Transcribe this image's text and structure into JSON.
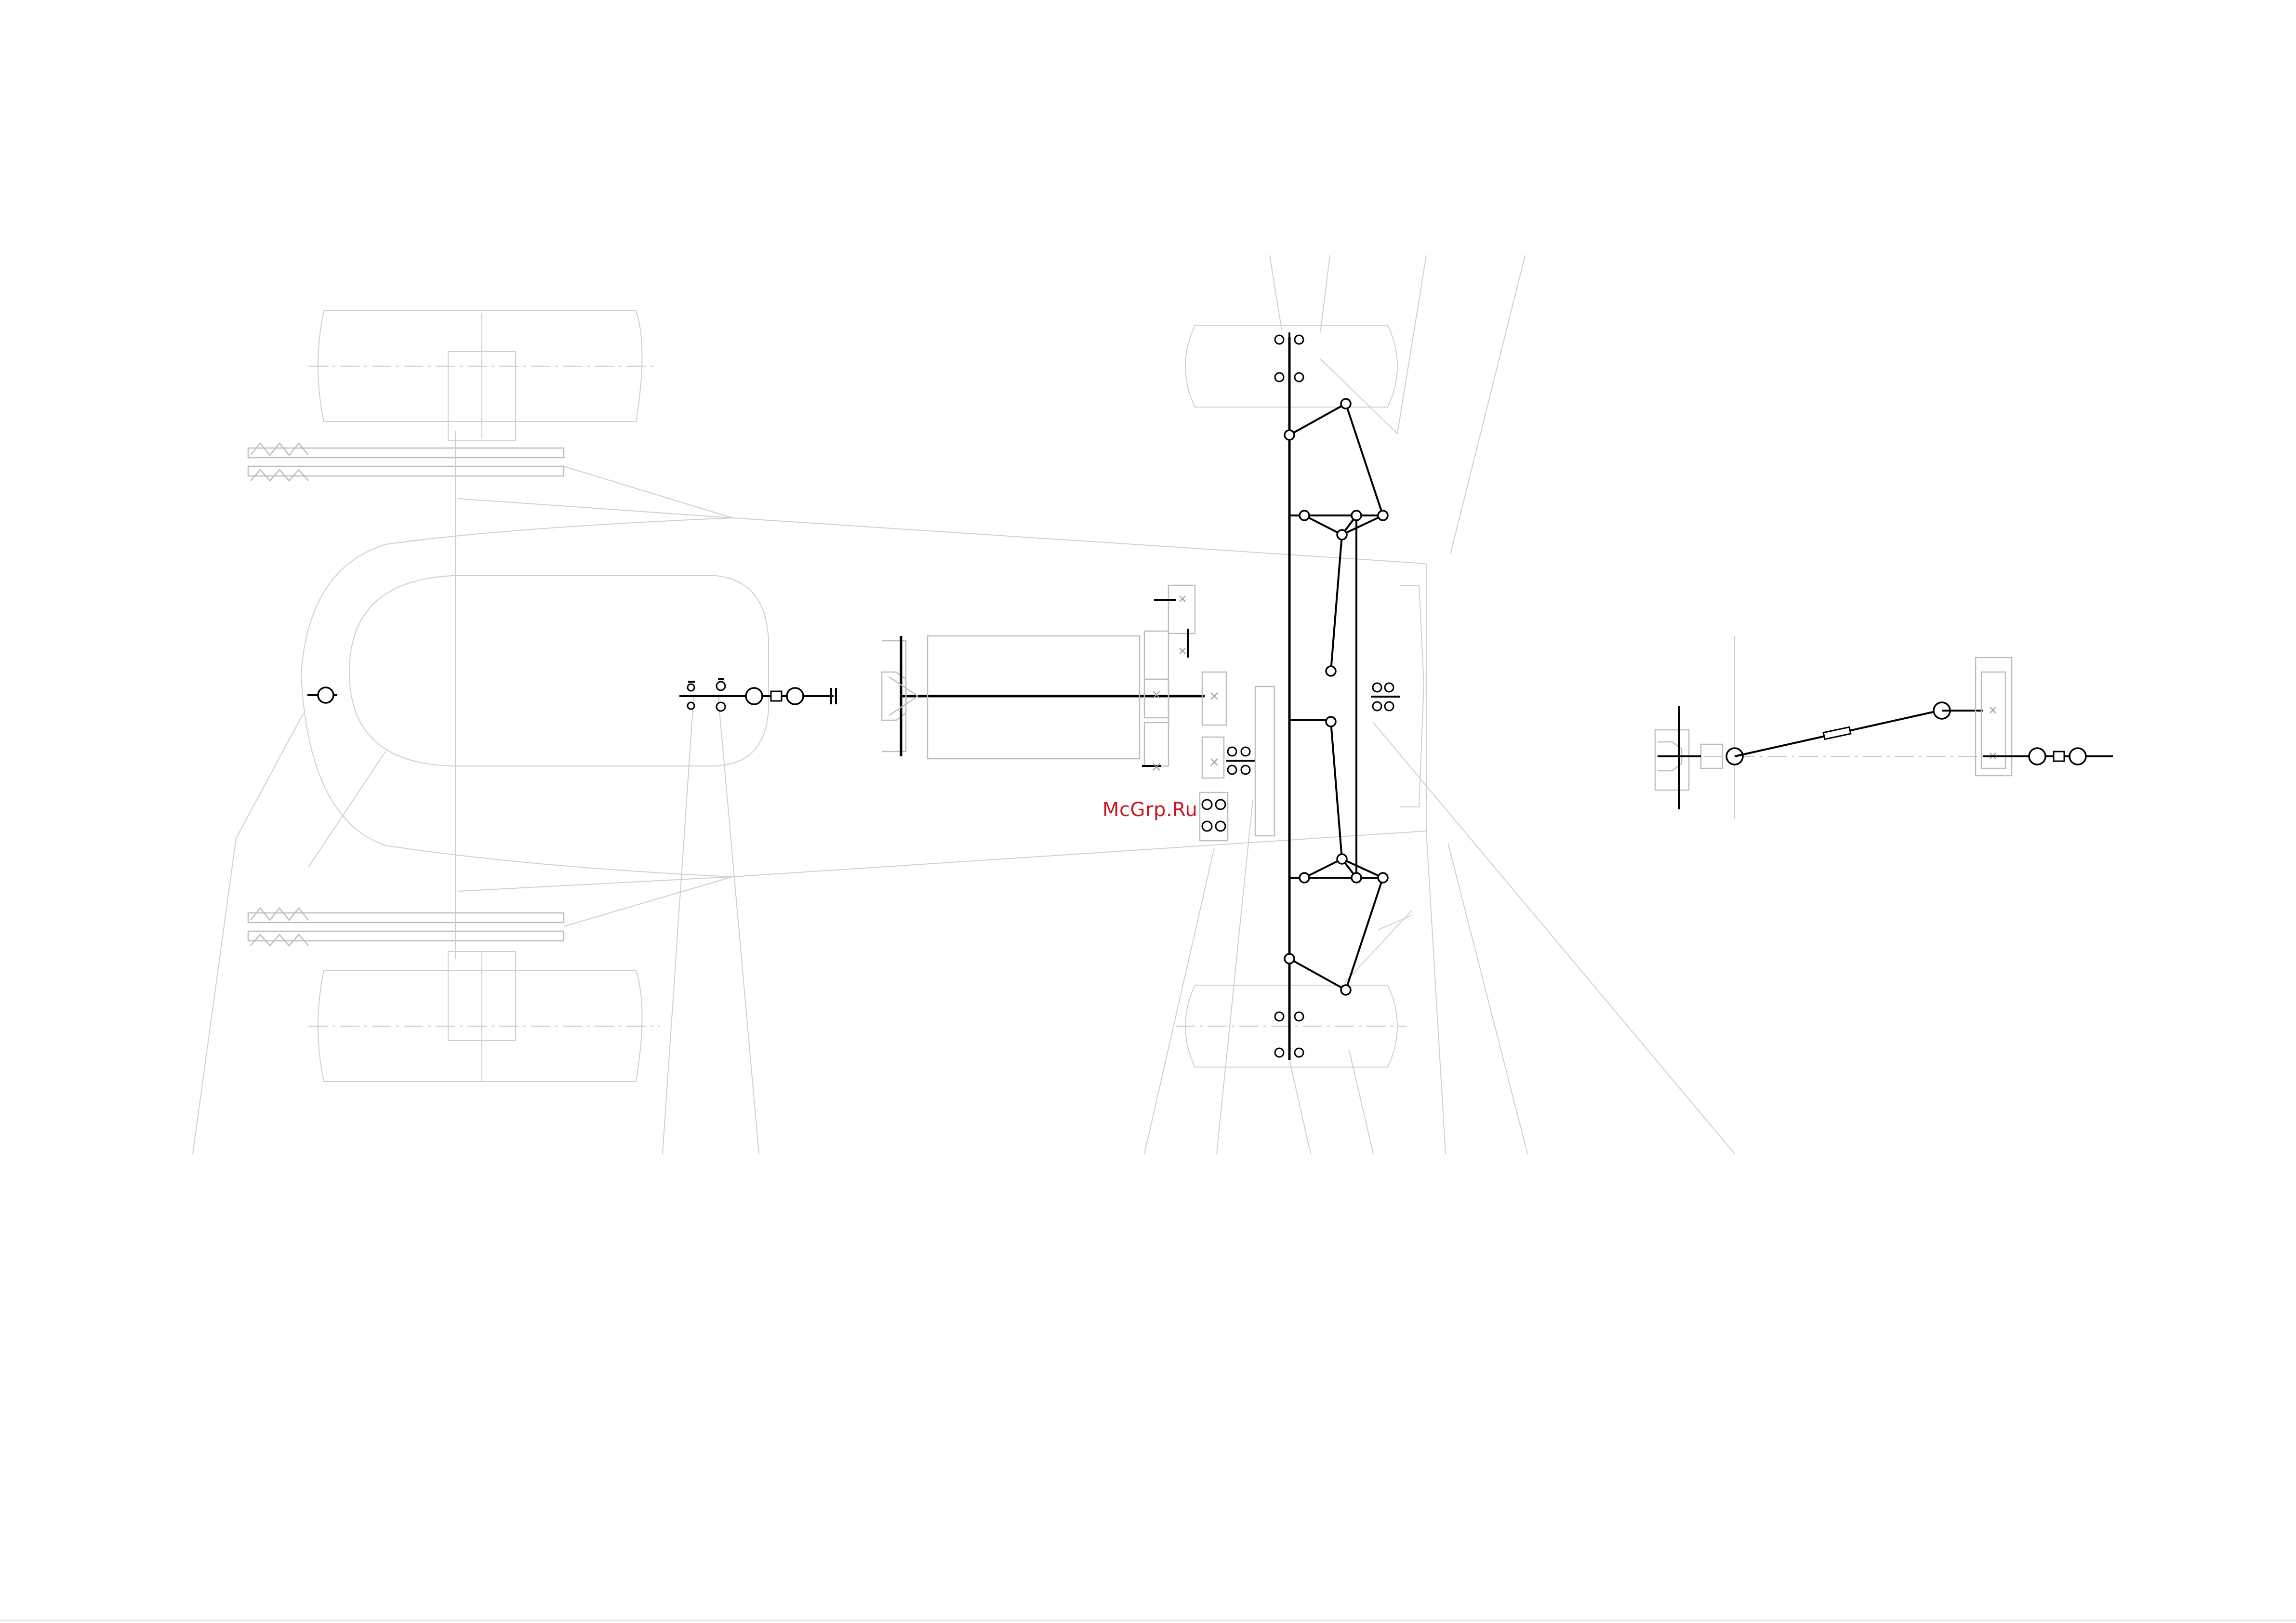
{
  "watermark": {
    "text": "McGrp.Ru",
    "color": "#c8171e"
  },
  "diagram": {
    "type": "kinematic-scheme",
    "components": [
      "left-rear-wheel-top",
      "left-rear-wheel-bottom",
      "rear-springs",
      "drive-shaft",
      "gearbox",
      "steering-linkage",
      "front-wheel-top",
      "front-wheel-bottom",
      "side-view-steering-mechanism"
    ],
    "colors": {
      "line_bold": "#000000",
      "line_thin": "#cfcfcf",
      "axis": "#c8c8c8"
    }
  }
}
